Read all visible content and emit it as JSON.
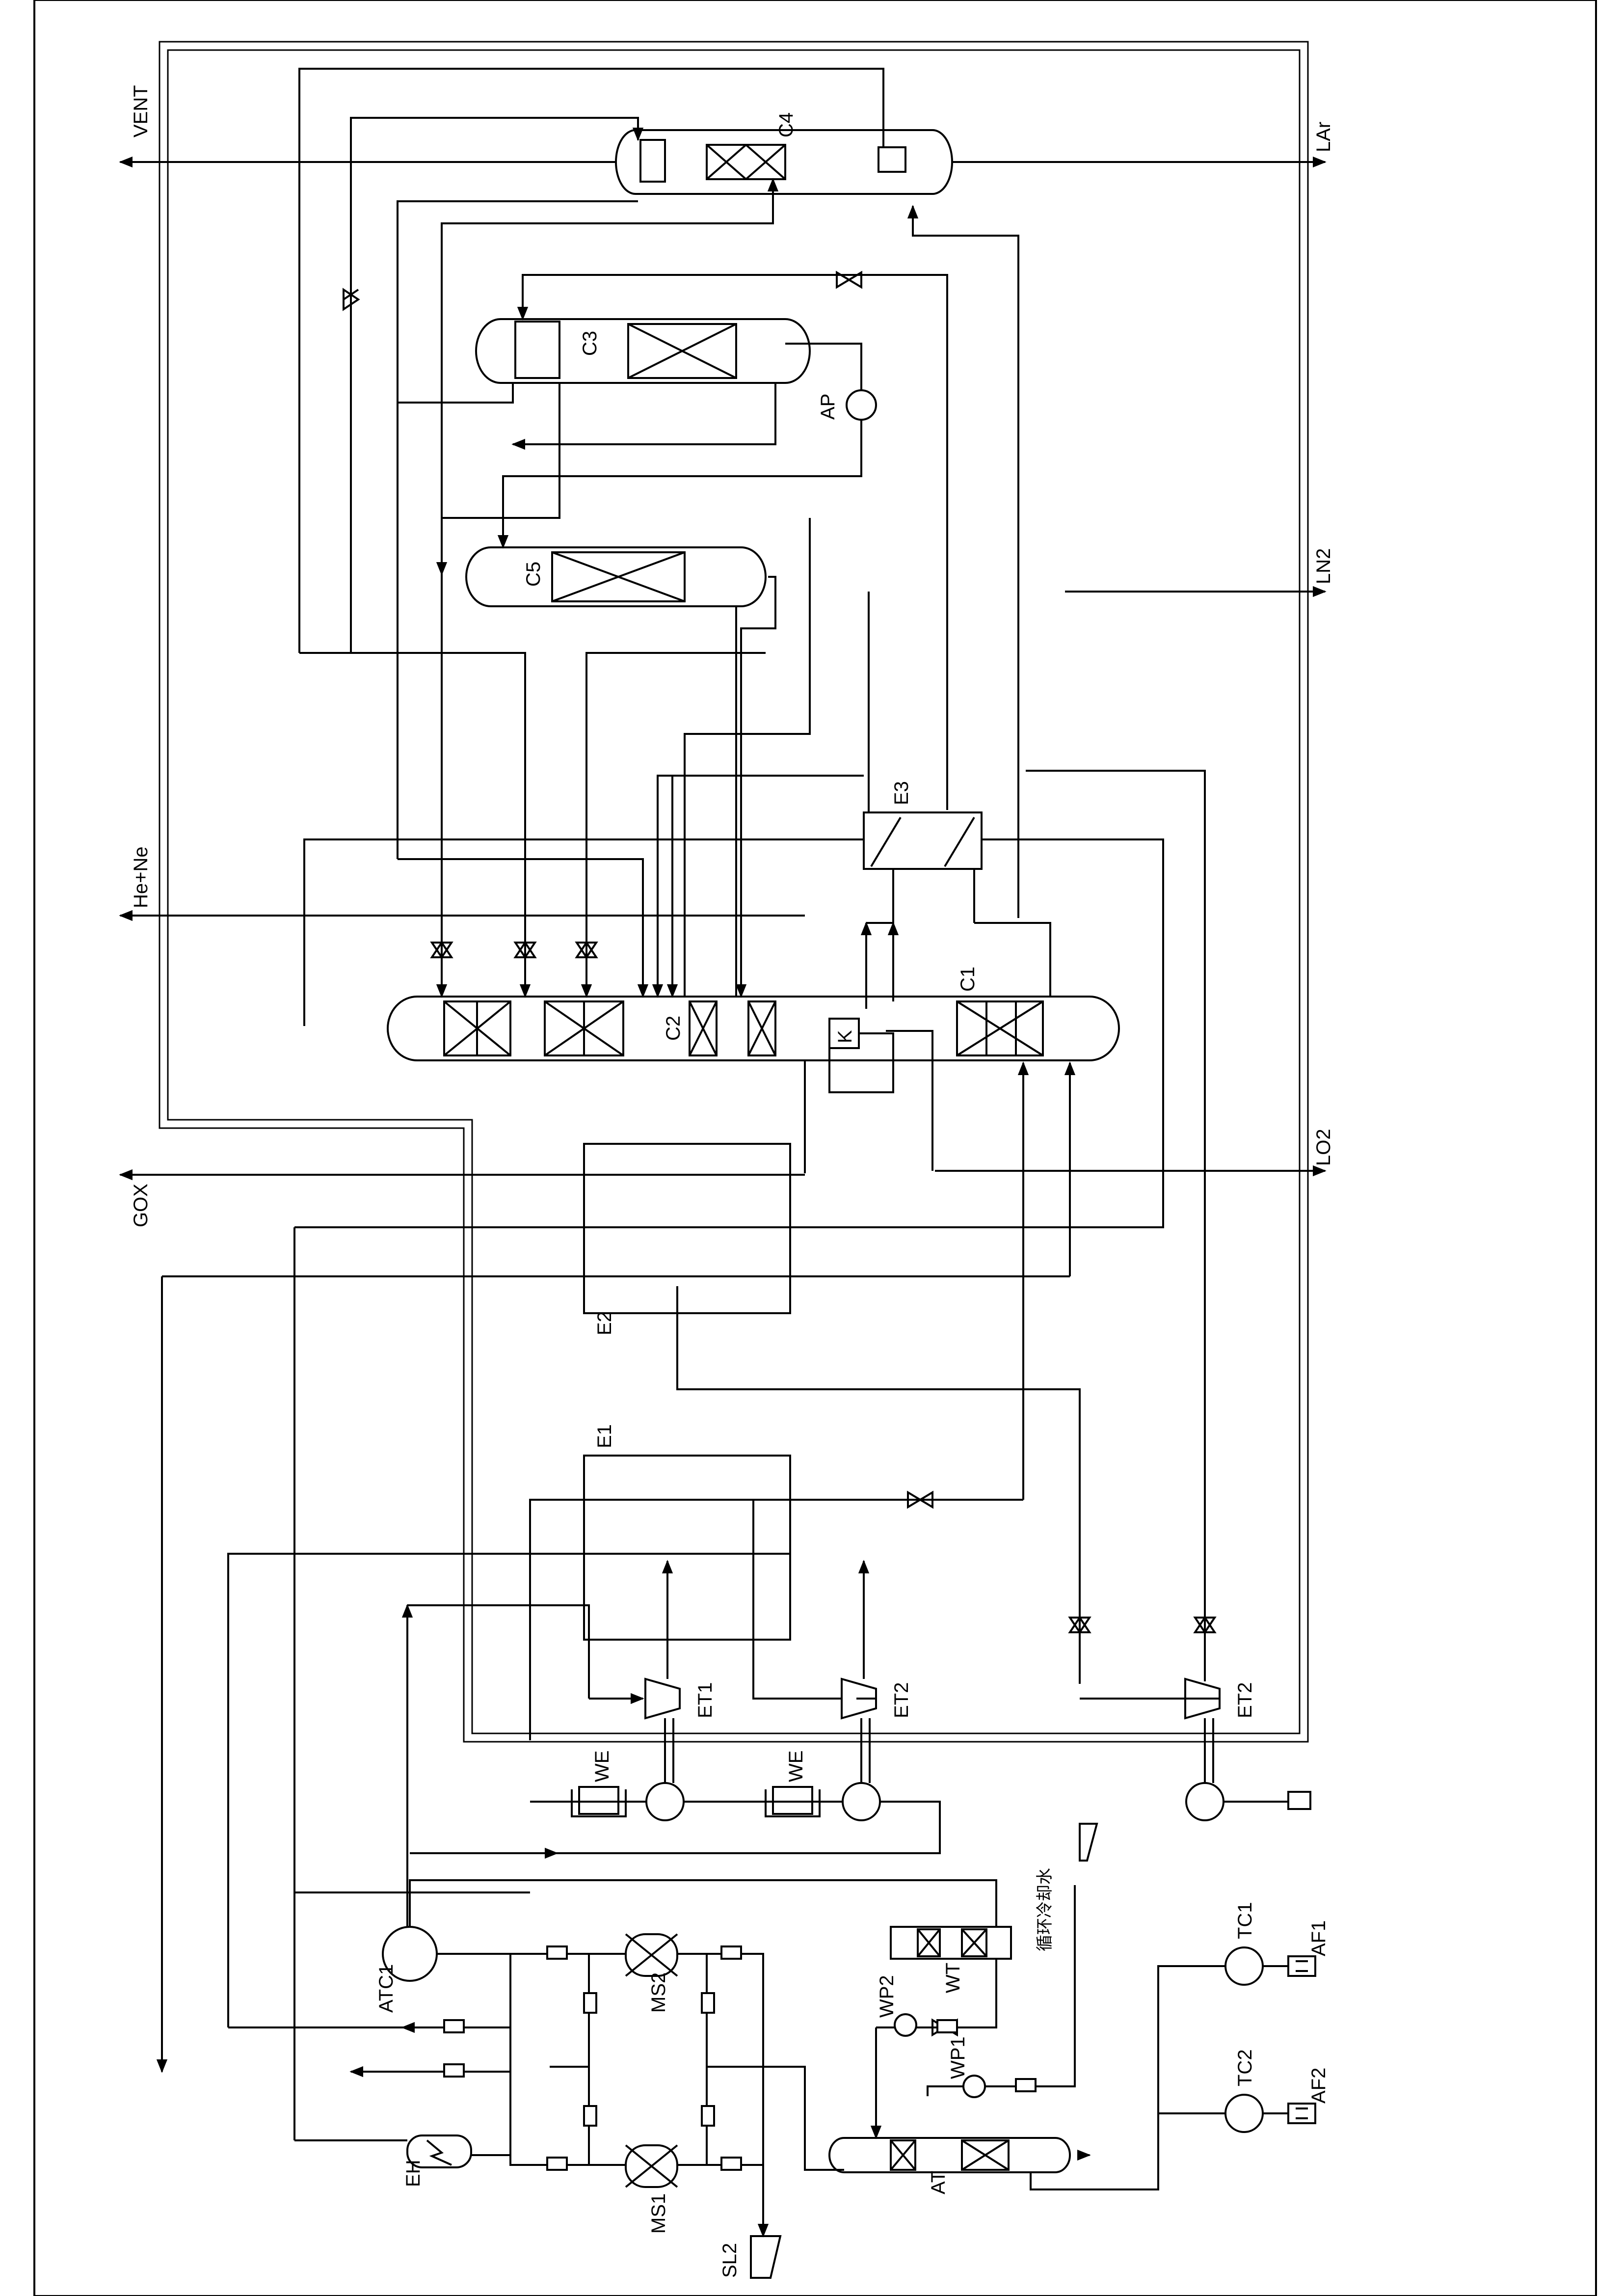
{
  "streams": {
    "vent": "VENT",
    "lar": "LAr",
    "ln2": "LN2",
    "lo2": "LO2",
    "gox": "GOX",
    "heNe": "He+Ne"
  },
  "columns": {
    "c1": "C1",
    "c2": "C2",
    "c3": "C3",
    "c4": "C4",
    "c5": "C5",
    "k": "K",
    "at": "AT",
    "wt": "WT"
  },
  "exchangers": {
    "e1": "E1",
    "e2": "E2",
    "e3": "E3",
    "eh": "EH"
  },
  "machines": {
    "ap": "AP",
    "et1": "ET1",
    "et2a": "ET2",
    "et2b": "ET2",
    "we1": "WE",
    "we2": "WE",
    "atc1": "ATC1",
    "tc1": "TC1",
    "tc2": "TC2",
    "wp1": "WP1",
    "wp2": "WP2",
    "ms1": "MS1",
    "ms2": "MS2",
    "af1": "AF1",
    "af2": "AF2",
    "sl2": "SL2"
  },
  "misc": {
    "water_note": "循环冷却水"
  }
}
